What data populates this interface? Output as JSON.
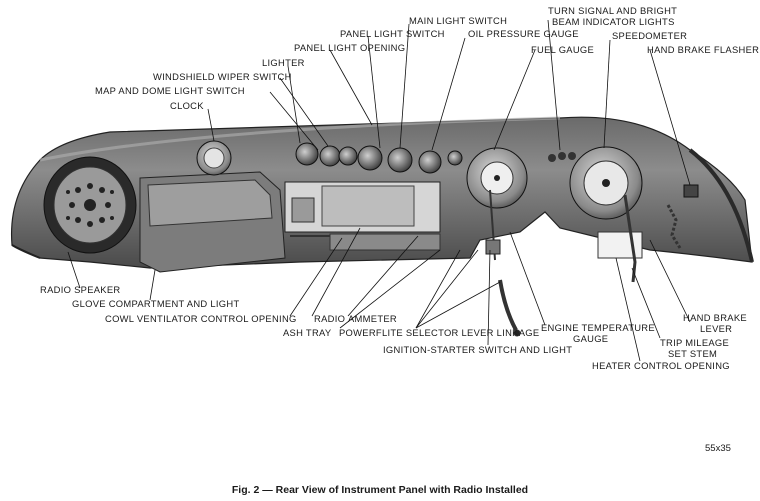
{
  "labels": {
    "main_light_switch": "MAIN LIGHT SWITCH",
    "turn_signal_1": "TURN SIGNAL AND BRIGHT",
    "turn_signal_2": "BEAM INDICATOR LIGHTS",
    "panel_light_switch": "PANEL LIGHT SWITCH",
    "oil_pressure_gauge": "OIL PRESSURE GAUGE",
    "speedometer": "SPEEDOMETER",
    "panel_light_opening": "PANEL LIGHT OPENING",
    "fuel_gauge": "FUEL GAUGE",
    "hand_brake_flasher": "HAND BRAKE FLASHER",
    "lighter": "LIGHTER",
    "windshield_wiper_switch": "WINDSHIELD WIPER SWITCH",
    "map_dome_light_switch": "MAP AND DOME LIGHT SWITCH",
    "clock": "CLOCK",
    "radio_speaker": "RADIO SPEAKER",
    "glove_compartment": "GLOVE COMPARTMENT AND LIGHT",
    "cowl_ventilator": "COWL VENTILATOR CONTROL OPENING",
    "radio": "RADIO",
    "ammeter": "AMMETER",
    "ash_tray": "ASH TRAY",
    "powerflite": "POWERFLITE SELECTOR LEVER LINKAGE",
    "engine_temp_1": "ENGINE TEMPERATURE",
    "engine_temp_2": "GAUGE",
    "hand_brake_lever_1": "HAND BRAKE",
    "hand_brake_lever_2": "LEVER",
    "trip_mileage_1": "TRIP MILEAGE",
    "trip_mileage_2": "SET STEM",
    "ignition_starter": "IGNITION-STARTER SWITCH AND LIGHT",
    "heater_control": "HEATER CONTROL OPENING"
  },
  "figure_number": "55x35",
  "caption": "Fig. 2 — Rear View of Instrument Panel with Radio Installed"
}
